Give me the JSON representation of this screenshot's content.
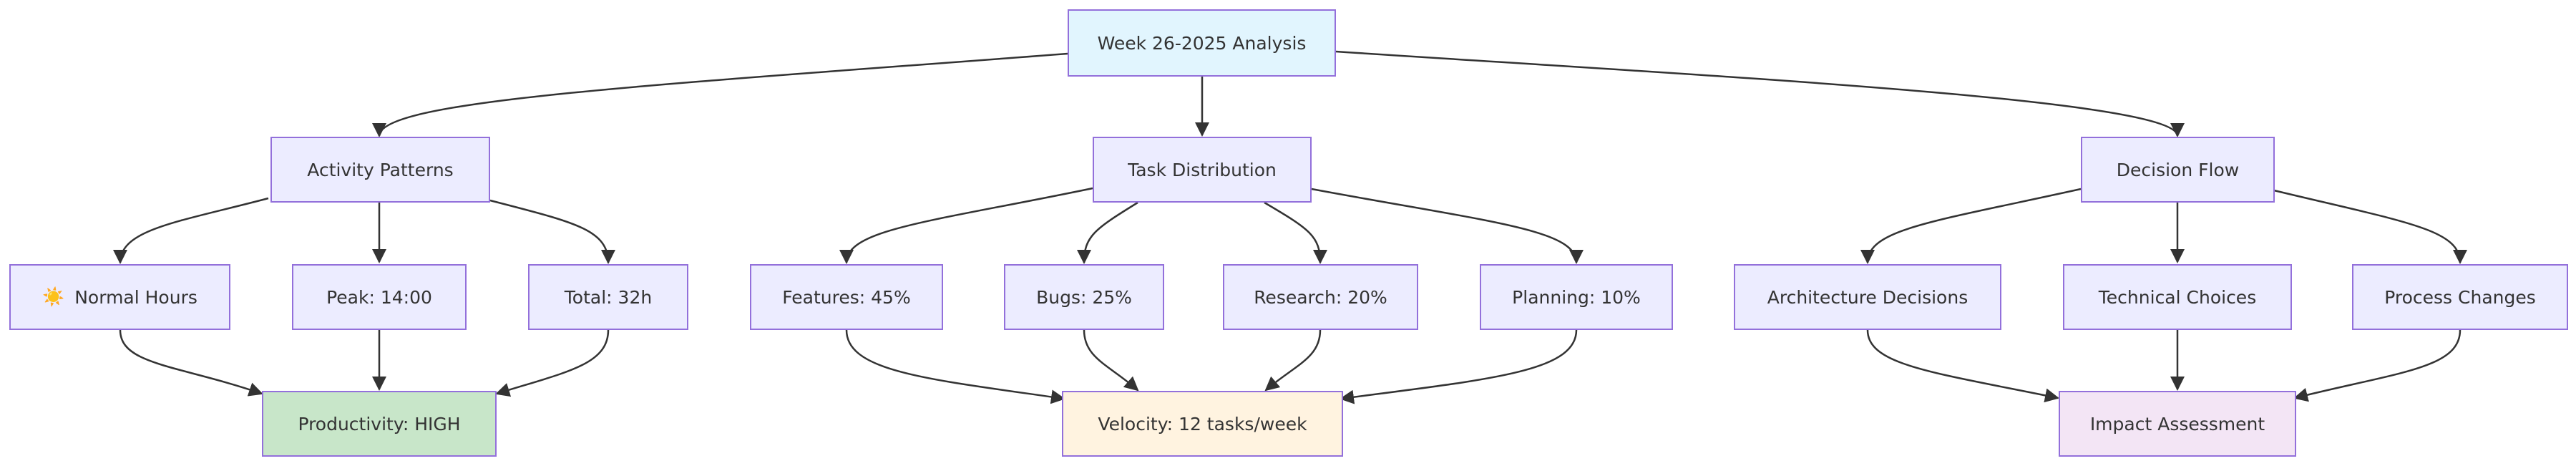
{
  "nodes": {
    "root": "Week 26-2025 Analysis",
    "activity": "Activity Patterns",
    "tasks": "Task Distribution",
    "decisions": "Decision Flow",
    "normal_hours_icon": "☀️",
    "normal_hours": "Normal Hours",
    "peak": "Peak: 14:00",
    "total": "Total: 32h",
    "features": "Features: 45%",
    "bugs": "Bugs: 25%",
    "research": "Research: 20%",
    "planning": "Planning: 10%",
    "architecture": "Architecture Decisions",
    "technical": "Technical Choices",
    "process": "Process Changes",
    "productivity": "Productivity: HIGH",
    "velocity": "Velocity: 12 tasks/week",
    "impact": "Impact Assessment"
  },
  "colors": {
    "default_fill": "#ececff",
    "border": "#9370db",
    "root_fill": "#e1f5fe",
    "productivity_fill": "#c8e6c9",
    "velocity_fill": "#fff3e0",
    "impact_fill": "#f3e5f5",
    "edge": "#333333"
  }
}
